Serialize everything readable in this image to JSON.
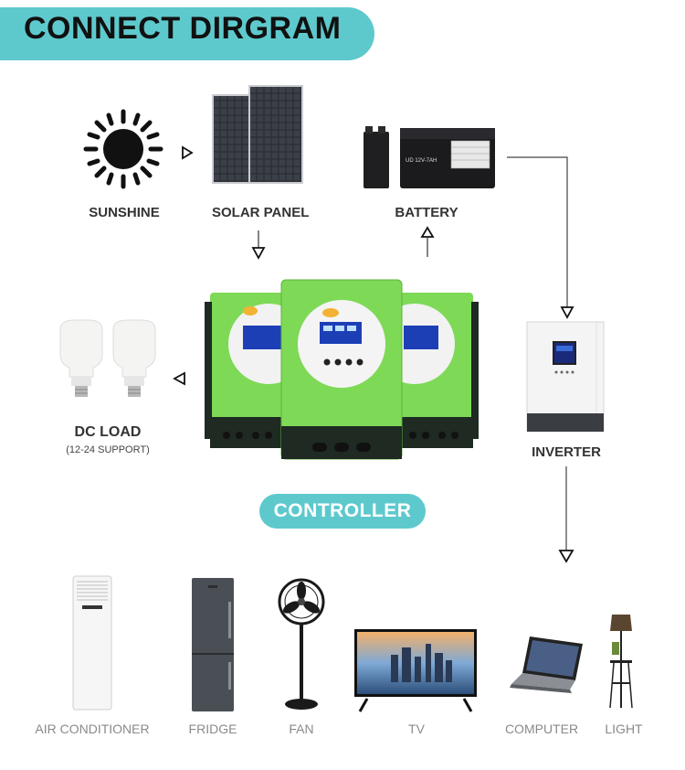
{
  "header": {
    "title": "CONNECT DIRGRAM"
  },
  "nodes": {
    "sunshine": "SUNSHINE",
    "solar_panel": "SOLAR PANEL",
    "battery": "BATTERY",
    "dc_load": "DC LOAD",
    "dc_load_note": "(12-24 SUPPORT)",
    "inverter": "INVERTER",
    "controller": "CONTROLLER"
  },
  "battery_labels": {
    "front": "UD 12V-7AH"
  },
  "appliances": [
    {
      "label": "AIR CONDITIONER",
      "icon": "air-conditioner-icon"
    },
    {
      "label": "FRIDGE",
      "icon": "fridge-icon"
    },
    {
      "label": "FAN",
      "icon": "fan-icon"
    },
    {
      "label": "TV",
      "icon": "tv-icon"
    },
    {
      "label": "COMPUTER",
      "icon": "laptop-icon"
    },
    {
      "label": "LIGHT",
      "icon": "floor-lamp-icon"
    }
  ],
  "colors": {
    "accent": "#5ec9cd",
    "controller_green": "#7ed957",
    "controller_dark": "#1e2a22",
    "text": "#333333",
    "appliance_text": "#8a8a8a"
  }
}
